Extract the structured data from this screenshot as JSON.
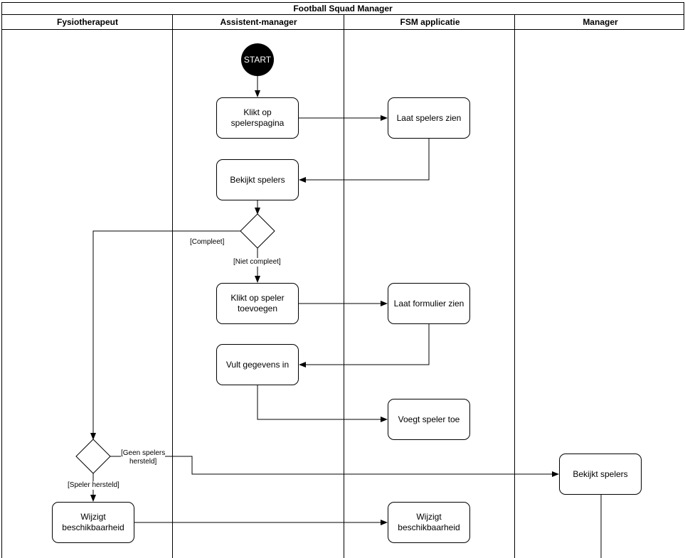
{
  "diagram": {
    "title": "Football Squad Manager",
    "lanes": [
      "Fysiotherapeut",
      "Assistent-manager",
      "FSM applicatie",
      "Manager"
    ],
    "start_label": "START",
    "nodes": {
      "klikt_spelerspagina": "Klikt op\nspelerspagina",
      "laat_spelers_zien": "Laat spelers zien",
      "bekijkt_spelers_am": "Bekijkt spelers",
      "klikt_speler_toevoegen": "Klikt op speler\ntoevoegen",
      "laat_formulier_zien": "Laat formulier zien",
      "vult_gegevens_in": "Vult gegevens in",
      "voegt_speler_toe": "Voegt speler toe",
      "bekijkt_spelers_mgr": "Bekijkt spelers",
      "wijzigt_fysio": "Wijzigt\nbeschikbaarheid",
      "wijzigt_app": "Wijzigt\nbeschikbaarheid"
    },
    "edge_labels": {
      "compleet": "[Compleet]",
      "niet_compleet": "[Niet compleet]",
      "geen_spelers": "[Geen spelers\nhersteld]",
      "speler_hersteld": "[Speler hersteld]"
    }
  }
}
